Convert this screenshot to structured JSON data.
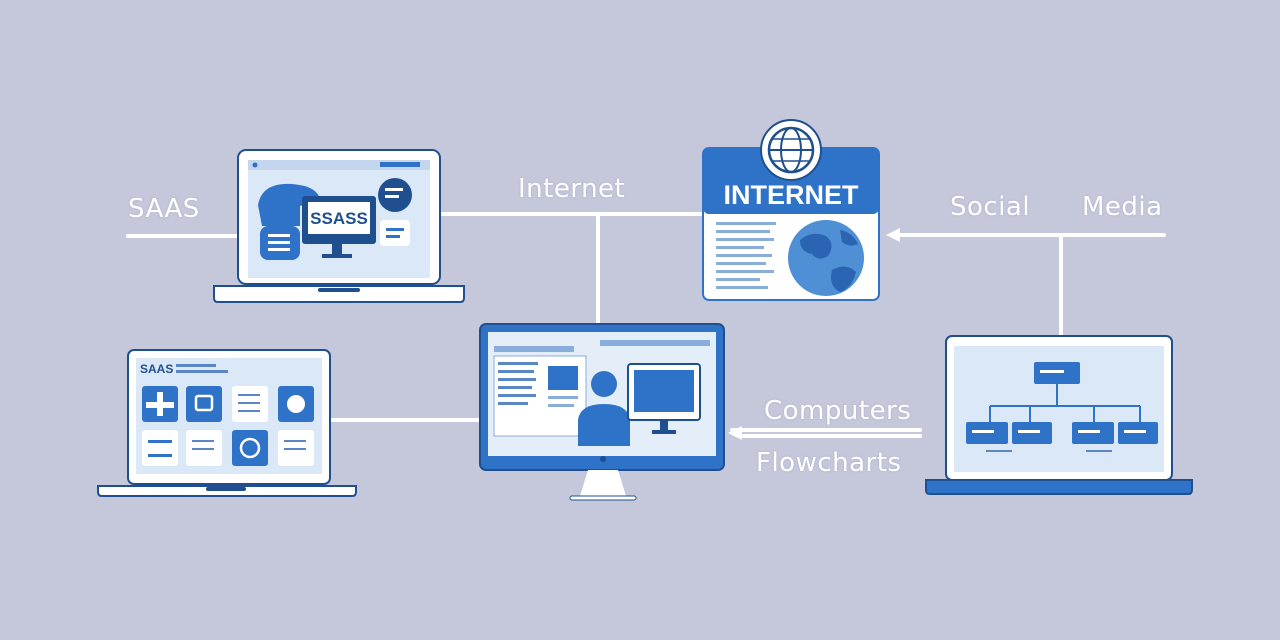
{
  "labels": {
    "saas": "SAAS",
    "internet": "Internet",
    "social": "Social",
    "media": "Media",
    "computers": "Computers",
    "flowcharts": "Flowcharts"
  },
  "saas_laptop": {
    "screen_text": "SSASS"
  },
  "internet_panel": {
    "title": "INTERNET"
  },
  "small_laptop": {
    "header_text": "SAAS"
  },
  "colors": {
    "background": "#c5c8da",
    "device_blue": "#2f73c9",
    "device_outline": "#1f4f8f",
    "screen_light": "#dbe8f8",
    "connector": "#ffffff"
  }
}
